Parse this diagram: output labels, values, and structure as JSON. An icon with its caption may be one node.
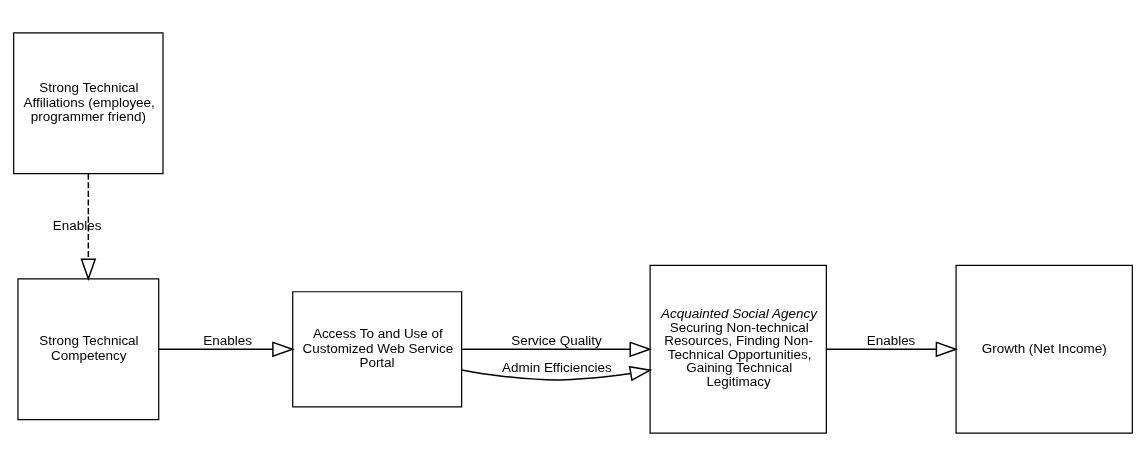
{
  "diagram": {
    "nodes": [
      {
        "text": [
          "Strong Technical Competency"
        ]
      },
      {
        "text": [
          "Access To and Use of Customized Web Service Portal"
        ]
      },
      {
        "text": [
          "Acquainted Social Agency",
          "Securing Non-technical Resources, Finding Non-Technical Opportunities, Gaining Technical Legitimacy"
        ]
      },
      {
        "text": [
          "Growth (Net Income)"
        ]
      },
      {
        "text": [
          "Strong Technical Affiliations (employee, programmer friend)"
        ]
      }
    ],
    "edges": [
      {
        "from": 0,
        "to": 1,
        "arrow": "to",
        "label": "Enables"
      },
      {
        "from": 1,
        "to": 2,
        "arrow": "to",
        "label": "Service Quality"
      },
      {
        "from": 1,
        "to": 2,
        "arrow": "to",
        "label": "Admin Efficiencies"
      },
      {
        "from": 2,
        "to": 3,
        "arrow": "to",
        "label": "Enables"
      },
      {
        "from": 4,
        "to": 0,
        "arrow": "to",
        "label": "Enables",
        "style": "dashed"
      }
    ]
  }
}
